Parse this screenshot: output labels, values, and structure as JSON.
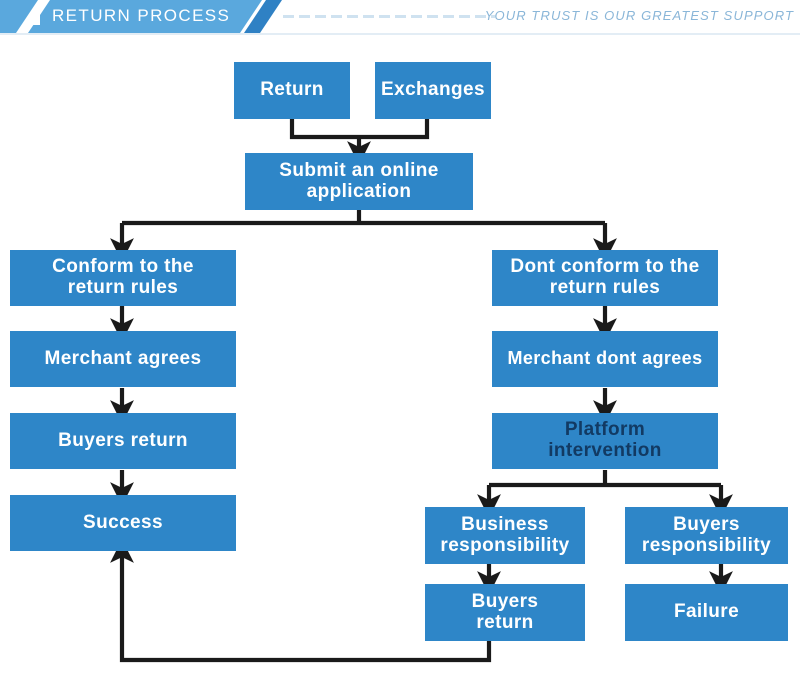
{
  "header": {
    "title": "RETURN PROCESS",
    "tagline": "YOUR TRUST IS OUR GREATEST SUPPORT",
    "banner_color": "#5aa8dd",
    "tagline_color": "#8ab6d8",
    "bullet_icon": "square-bullet-icon"
  },
  "theme": {
    "box_fill": "#2e86c8",
    "box_text": "#ffffff",
    "dark_text": "#123a63",
    "connector": "#1a1a1a",
    "page_background": "#ffffff"
  },
  "chart_data": {
    "type": "flowchart",
    "title": "RETURN PROCESS",
    "orientation": "top-down",
    "nodes": [
      {
        "id": "return",
        "label": "Return",
        "text_color": "white"
      },
      {
        "id": "exchanges",
        "label": "Exchanges",
        "text_color": "white"
      },
      {
        "id": "submit",
        "label": "Submit an online application",
        "text_color": "white"
      },
      {
        "id": "conform",
        "label": "Conform to the return rules",
        "text_color": "white"
      },
      {
        "id": "not-conform",
        "label": "Dont conform to the return rules",
        "text_color": "white"
      },
      {
        "id": "merchant-agrees",
        "label": "Merchant agrees",
        "text_color": "white"
      },
      {
        "id": "merchant-disagrees",
        "label": "Merchant dont agrees",
        "text_color": "white"
      },
      {
        "id": "buyers-return-left",
        "label": "Buyers return",
        "text_color": "white"
      },
      {
        "id": "platform",
        "label": "Platform intervention",
        "text_color": "dark"
      },
      {
        "id": "success",
        "label": "Success",
        "text_color": "white"
      },
      {
        "id": "business-resp",
        "label": "Business responsibility",
        "text_color": "white"
      },
      {
        "id": "buyers-resp",
        "label": "Buyers responsibility",
        "text_color": "white"
      },
      {
        "id": "buyers-return-right",
        "label": "Buyers return",
        "text_color": "white"
      },
      {
        "id": "failure",
        "label": "Failure",
        "text_color": "white"
      }
    ],
    "edges": [
      {
        "from": "return",
        "to": "submit"
      },
      {
        "from": "exchanges",
        "to": "submit"
      },
      {
        "from": "submit",
        "to": "conform"
      },
      {
        "from": "submit",
        "to": "not-conform"
      },
      {
        "from": "conform",
        "to": "merchant-agrees"
      },
      {
        "from": "merchant-agrees",
        "to": "buyers-return-left"
      },
      {
        "from": "buyers-return-left",
        "to": "success"
      },
      {
        "from": "not-conform",
        "to": "merchant-disagrees"
      },
      {
        "from": "merchant-disagrees",
        "to": "platform"
      },
      {
        "from": "platform",
        "to": "business-resp"
      },
      {
        "from": "platform",
        "to": "buyers-resp"
      },
      {
        "from": "business-resp",
        "to": "buyers-return-right"
      },
      {
        "from": "buyers-resp",
        "to": "failure"
      },
      {
        "from": "buyers-return-right",
        "to": "success"
      }
    ]
  },
  "nodes": {
    "return": "Return",
    "exchanges": "Exchanges",
    "submit_line1": "Submit an online",
    "submit_line2": "application",
    "conform_line1": "Conform to the",
    "conform_line2": "return rules",
    "not_conform_line1": "Dont conform to the",
    "not_conform_line2": "return rules",
    "merchant_agrees": "Merchant agrees",
    "merchant_disagrees": "Merchant dont agrees",
    "buyers_return_left": "Buyers return",
    "platform_line1": "Platform",
    "platform_line2": "intervention",
    "success": "Success",
    "business_resp_line1": "Business",
    "business_resp_line2": "responsibility",
    "buyers_resp_line1": "Buyers",
    "buyers_resp_line2": "responsibility",
    "buyers_return_right_line1": "Buyers",
    "buyers_return_right_line2": "return",
    "failure": "Failure"
  }
}
